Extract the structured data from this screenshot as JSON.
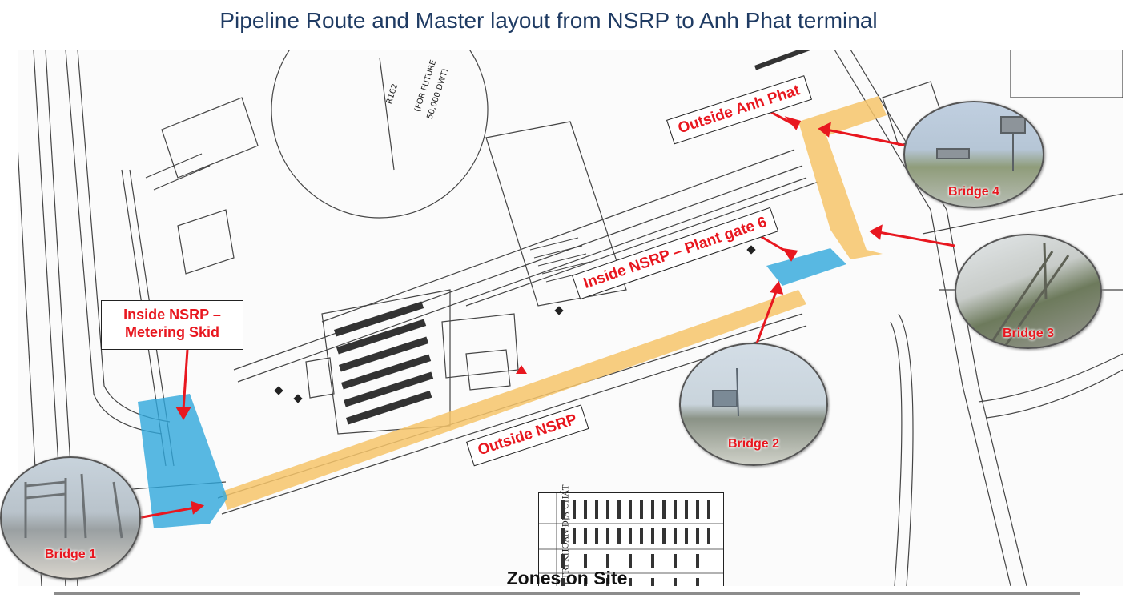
{
  "title": "Pipeline Route and Master layout from NSRP to Anh Phat terminal",
  "footer": "Zones on Site",
  "zones": {
    "outside_anh_phat": "Outside Anh Phat",
    "inside_plant_gate": "Inside NSRP – Plant gate 6",
    "inside_metering_line1": "Inside NSRP –",
    "inside_metering_line2": "Metering Skid",
    "outside_nsrp": "Outside NSRP"
  },
  "bridges": {
    "b1": "Bridge 1",
    "b2": "Bridge 2",
    "b3": "Bridge 3",
    "b4": "Bridge 4"
  },
  "drawing_text": {
    "radius": "R162",
    "future_line1": "(FOR FUTURE",
    "future_line2": "50,000 DWT)",
    "table_side": "VỊ TRÍ KHOAN ĐỊA CHẤT"
  },
  "colors": {
    "pipeline_zone": "#f6c46a",
    "metering_zone": "#2fa8dc",
    "label_red": "#e8171f",
    "title_blue": "#1f3b63"
  }
}
